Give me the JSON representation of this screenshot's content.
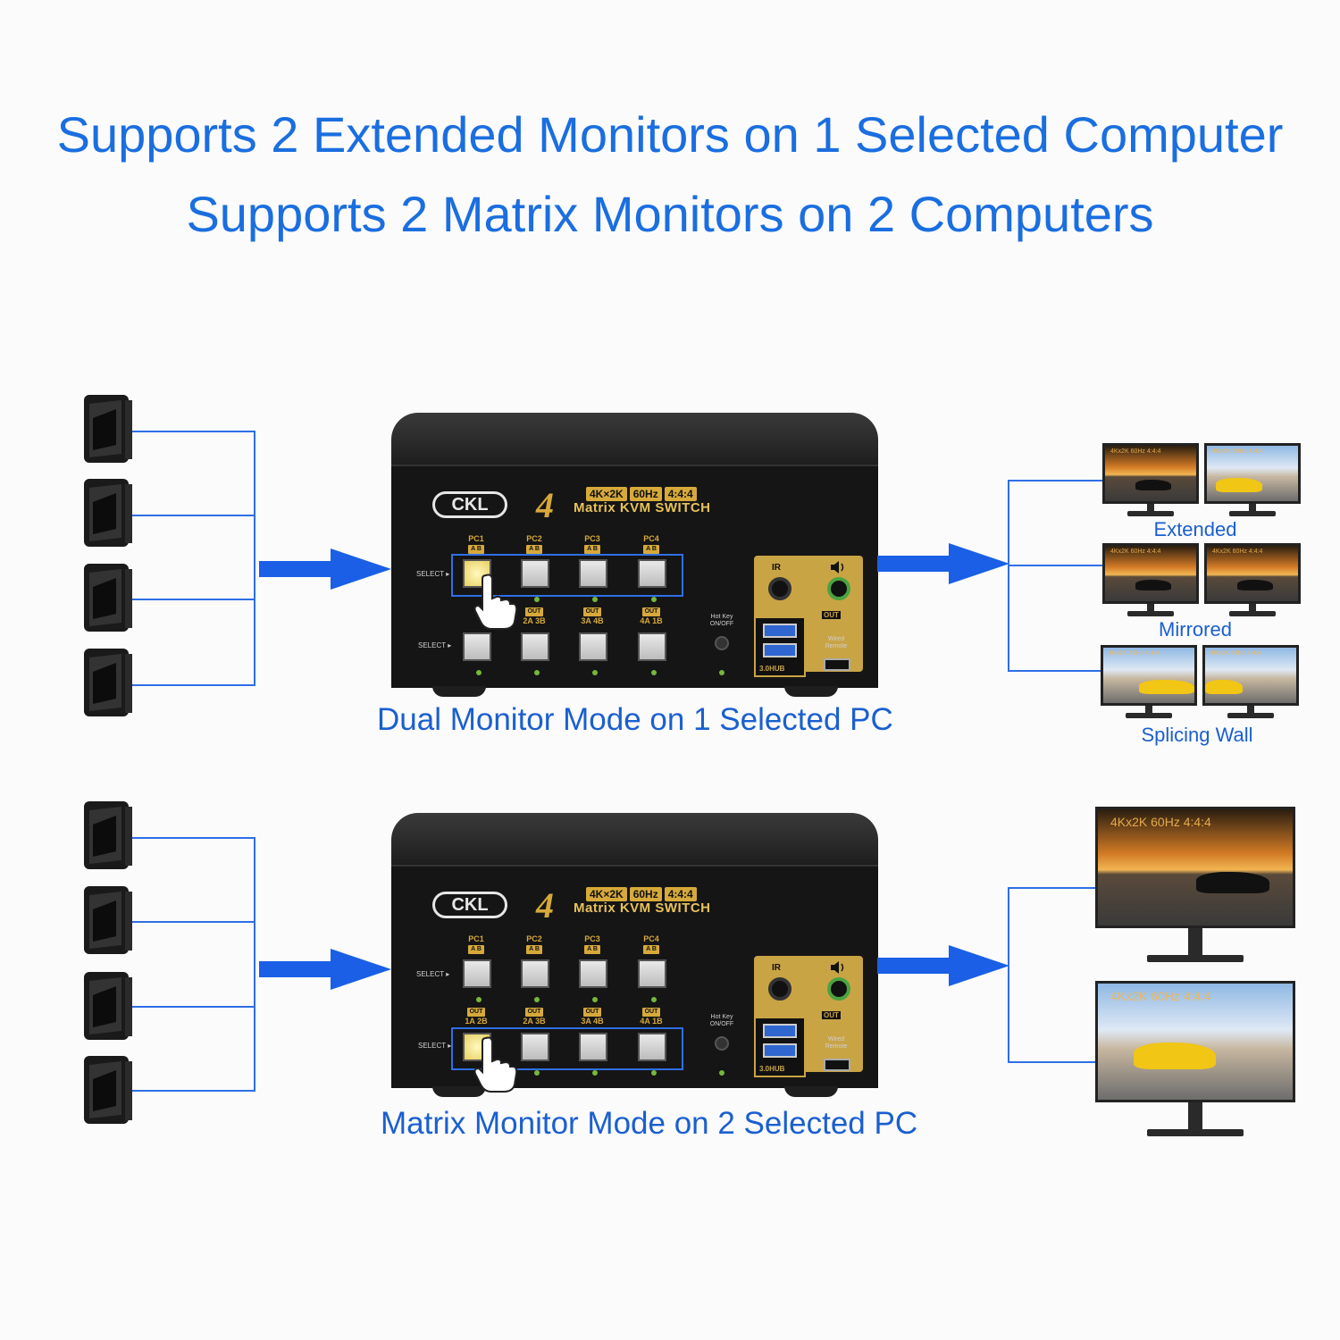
{
  "headline": {
    "line1": "Supports 2 Extended Monitors on 1 Selected Computer",
    "line2": "Supports 2 Matrix Monitors on 2 Computers"
  },
  "top_section": {
    "caption": "Dual Monitor Mode on 1 Selected PC",
    "output_modes": [
      "Extended",
      "Mirrored",
      "Splicing Wall"
    ]
  },
  "bottom_section": {
    "caption": "Matrix Monitor Mode on 2 Selected PC"
  },
  "kvm": {
    "logo": "CKL",
    "port_count": "4",
    "specs": [
      "4K×2K",
      "60Hz",
      "4:4:4"
    ],
    "product_name": "Matrix KVM SWITCH",
    "port_labels": [
      "PC1",
      "PC2",
      "PC3",
      "PC4"
    ],
    "ab": "A B",
    "out_label": "OUT",
    "out_sub": [
      "1A 2B",
      "2A 3B",
      "3A 4B",
      "4A 1B"
    ],
    "select": "SELECT ▸",
    "ir": "IR",
    "out_audio": "OUT",
    "hub": "3.0HUB",
    "hotkey": "Hot Key ON/OFF",
    "remote": "Wired Remote"
  },
  "monitor_overlay": "4Kx2K 60Hz 4:4:4",
  "colors": {
    "accent_blue": "#1a6ee0",
    "line_blue": "#2e6fe6",
    "gold": "#d6a93a",
    "led_green": "#76b83a"
  },
  "icons": [
    "pc-tower-icon",
    "right-arrow-icon",
    "pointing-hand-icon",
    "monitor-icon",
    "usb-port-icon",
    "audio-jack-icon",
    "speaker-icon"
  ]
}
